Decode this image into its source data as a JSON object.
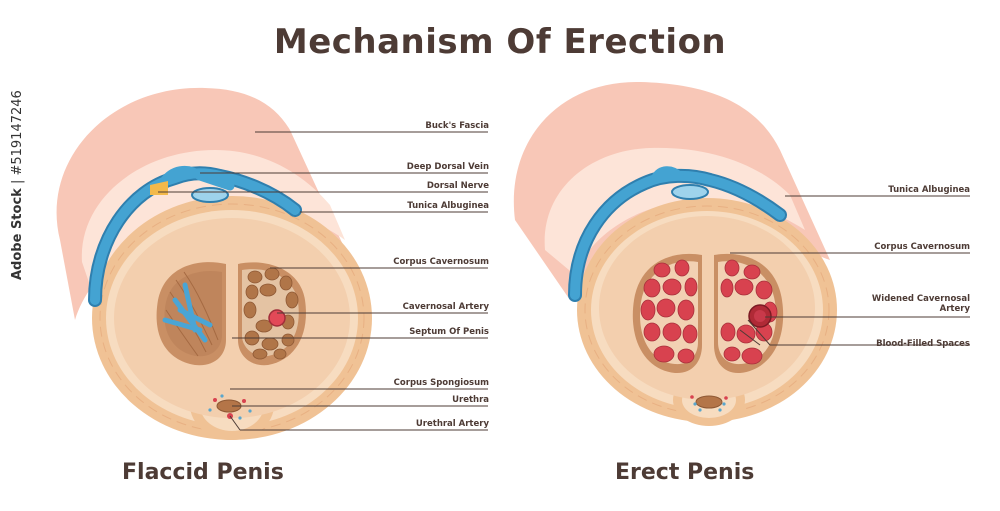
{
  "title": "Mechanism Of Erection",
  "left_caption": "Flaccid Penis",
  "right_caption": "Erect Penis",
  "watermark_side": "Adobe Stock",
  "watermark_id": "#519147246",
  "left_labels": [
    "Buck's Fascia",
    "Deep Dorsal Vein",
    "Dorsal Nerve",
    "Tunica Albuginea",
    "Corpus Cavernosum",
    "Cavernosal Artery",
    "Septum Of Penis",
    "Corpus Spongiosum",
    "Urethra",
    "Urethral Artery"
  ],
  "right_labels": [
    "Tunica Albuginea",
    "Corpus Cavernosum",
    "Widened Cavernosal Artery",
    "Blood-Filled Spaces"
  ],
  "colors": {
    "skin": "#f8c7b7",
    "skin_band": "#fde4d8",
    "outer_ring": "#f0c295",
    "inner_ring": "#f7dcc0",
    "body_brown": "#c98f64",
    "vein_blue": "#3f9bc9",
    "blood_red": "#d8424f",
    "text": "#4d3b35"
  }
}
